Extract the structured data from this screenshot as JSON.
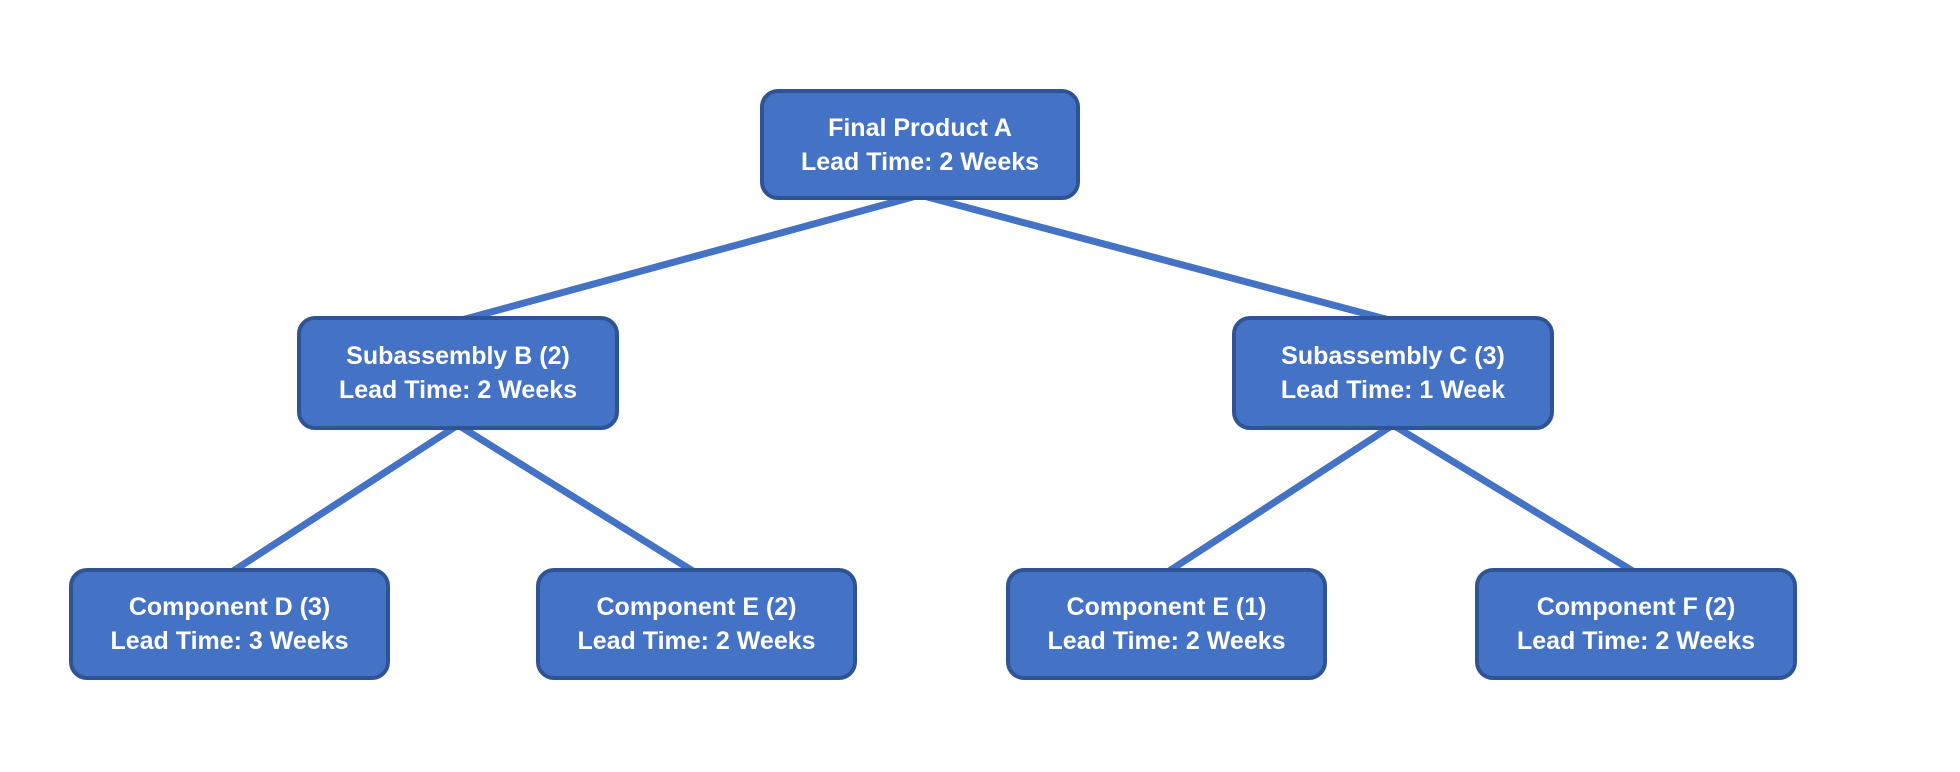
{
  "diagram": {
    "type": "tree",
    "description": "Product structure (BOM) tree with quantities and lead times",
    "nodes": {
      "final_product_a": {
        "label": "Final Product A",
        "lead_time": "Lead Time: 2 Weeks"
      },
      "subassembly_b": {
        "label": "Subassembly B (2)",
        "lead_time": "Lead Time: 2 Weeks"
      },
      "subassembly_c": {
        "label": "Subassembly C (3)",
        "lead_time": "Lead Time: 1 Week"
      },
      "component_d": {
        "label": "Component D (3)",
        "lead_time": "Lead Time: 3 Weeks"
      },
      "component_e2": {
        "label": "Component E (2)",
        "lead_time": "Lead Time: 2 Weeks"
      },
      "component_e1": {
        "label": "Component E (1)",
        "lead_time": "Lead Time: 2 Weeks"
      },
      "component_f": {
        "label": "Component F (2)",
        "lead_time": "Lead Time: 2 Weeks"
      }
    },
    "edges": [
      {
        "from": "final_product_a",
        "to": "subassembly_b"
      },
      {
        "from": "final_product_a",
        "to": "subassembly_c"
      },
      {
        "from": "subassembly_b",
        "to": "component_d"
      },
      {
        "from": "subassembly_b",
        "to": "component_e2"
      },
      {
        "from": "subassembly_c",
        "to": "component_e1"
      },
      {
        "from": "subassembly_c",
        "to": "component_f"
      }
    ]
  },
  "colors": {
    "node_fill": "#4472C4",
    "node_border": "#2F5496",
    "connector": "#4472C4",
    "node_text": "#FFFFFF",
    "background": "#FFFFFF"
  }
}
